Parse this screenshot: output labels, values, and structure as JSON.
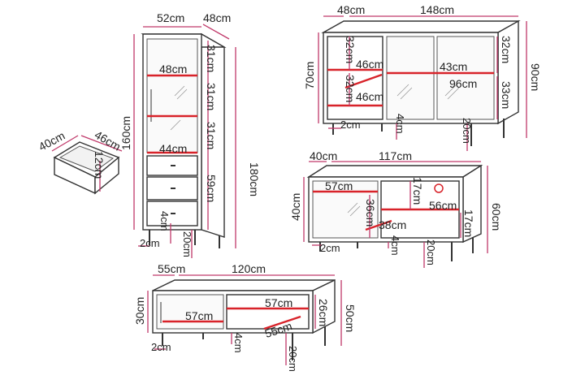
{
  "colors": {
    "measure_line": "#d8232a",
    "dimension_line": "#c0396a",
    "outline": "#333333"
  },
  "tall_cabinet": {
    "width": "52cm",
    "depth": "48cm",
    "height_total": "180cm",
    "height_body": "160cm",
    "shelf_width": "48cm",
    "shelf_1": "31cm",
    "shelf_2": "31cm",
    "shelf_3": "31cm",
    "drawer_width": "44cm",
    "drawer_section": "59cm",
    "plinth": "4cm",
    "leg_height": "20cm",
    "leg_offset": "2cm"
  },
  "drawer": {
    "width": "40cm",
    "depth": "46cm",
    "height": "12cm"
  },
  "sideboard": {
    "depth": "48cm",
    "width": "148cm",
    "height_body": "70cm",
    "height_total": "90cm",
    "left_top": "32cm",
    "left_inner_width_top": "46cm",
    "left_mid": "32cm",
    "left_inner_width_bottom": "46cm",
    "center_width": "43cm",
    "center_long": "96cm",
    "right_top": "32cm",
    "right_bottom": "33cm",
    "leg_offset": "2cm",
    "plinth": "4cm",
    "leg_height": "20cm"
  },
  "tv_cabinet": {
    "depth": "40cm",
    "width": "117cm",
    "height_body": "40cm",
    "height_total": "60cm",
    "inner_width": "57cm",
    "inner_height": "36cm",
    "top_shelf": "17cm",
    "right_width": "56cm",
    "lower_width": "38cm",
    "right_height": "17cm",
    "plinth": "4cm",
    "leg_offset": "2cm",
    "leg_height": "20cm"
  },
  "coffee_table": {
    "depth": "55cm",
    "width": "120cm",
    "height_body": "30cm",
    "height_total": "50cm",
    "inner_width": "57cm",
    "shelf_width": "57cm",
    "shelf_height": "26cm",
    "depth_inner": "55cm",
    "plinth": "4cm",
    "leg_offset": "2cm",
    "leg_height": "20cm"
  }
}
